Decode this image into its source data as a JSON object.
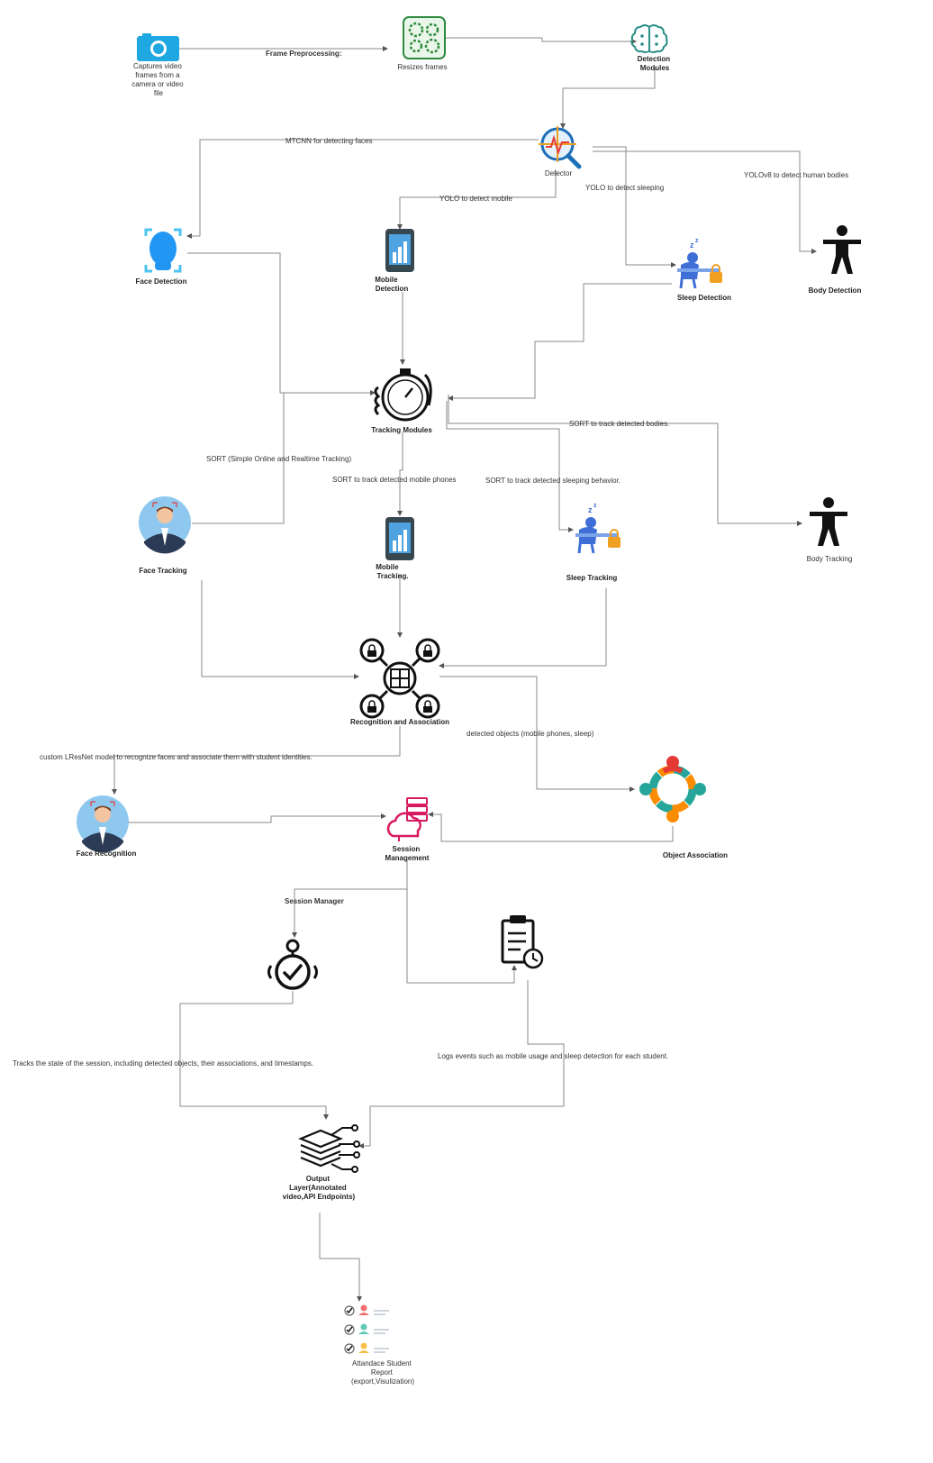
{
  "nodes": {
    "capture": {
      "label": [
        "Captures video",
        "frames from a",
        "camera or video",
        "file"
      ]
    },
    "resize": {
      "label": [
        "Resizes frames"
      ]
    },
    "detection_modules": {
      "label": [
        "Detection",
        "Modules"
      ]
    },
    "detector": {
      "label": [
        "Detector"
      ]
    },
    "face_detection": {
      "label": [
        "Face Detection"
      ]
    },
    "mobile_detection": {
      "label": [
        "Mobile",
        "Detection"
      ]
    },
    "sleep_detection": {
      "label": [
        "Sleep Detection"
      ]
    },
    "body_detection": {
      "label": [
        "Body Detection"
      ]
    },
    "tracking_modules": {
      "label": [
        "Tracking Modules"
      ]
    },
    "face_tracking": {
      "label": [
        "Face Tracking"
      ]
    },
    "mobile_tracking": {
      "label": [
        "Mobile",
        "Tracking."
      ]
    },
    "sleep_tracking": {
      "label": [
        "Sleep Tracking"
      ]
    },
    "body_tracking": {
      "label": [
        "Body Tracking"
      ]
    },
    "recognition_association": {
      "label": [
        "Recognition and Association"
      ]
    },
    "face_recognition": {
      "label": [
        "Face Recognition"
      ]
    },
    "session_management": {
      "label": [
        "Session",
        "Management"
      ]
    },
    "object_association": {
      "label": [
        "Object Association"
      ]
    },
    "output_layer": {
      "label": [
        "Output",
        "Layer(Annotated",
        "video,API Endpoints)"
      ]
    },
    "attendance_report": {
      "label": [
        "Attandace Student",
        "Report",
        "(export,Visulization)"
      ]
    }
  },
  "edges": {
    "frame_preprocessing": "Frame Preprocessing:",
    "mtcnn": "MTCNN for detecting faces",
    "yolo_mobile": "YOLO to detect mobile",
    "yolo_sleeping": "YOLO to detect sleeping",
    "yolov8_bodies": "YOLOv8 to detect human bodies",
    "sort_realtime": "SORT (Simple Online and Realtime Tracking)",
    "sort_mobile": "SORT to track detected mobile phones",
    "sort_sleeping": "SORT to track detected sleeping behavior.",
    "sort_bodies": "SORT to track detected bodies.",
    "custom_lresnet": "custom LResNet model to recognize faces and associate them with student identities.",
    "detected_objects": "detected objects (mobile phones, sleep)",
    "session_manager": "Session Manager",
    "tracks_state": "Tracks the state of the session, including detected objects, their associations, and timestamps.",
    "logs_events": "Logs events such as mobile usage and sleep detection for each student."
  },
  "icons": {
    "capture": "camera-icon",
    "resize": "gear-cluster-icon",
    "detection_modules": "brain-icon",
    "detector": "magnifier-icon",
    "face_detection": "face-scan-icon",
    "mobile_detection": "smartphone-icon",
    "sleep_detection": "sleeping-person-icon",
    "body_detection": "human-figure-icon",
    "tracking_modules": "stopwatch-icon",
    "face_tracking": "person-avatar-icon",
    "mobile_tracking": "smartphone-icon",
    "sleep_tracking": "sleeping-person-icon",
    "body_tracking": "human-figure-icon",
    "recognition_association": "network-lock-icon",
    "face_recognition": "person-avatar-icon",
    "session_management": "cloud-server-icon",
    "object_association": "team-circle-icon",
    "session_manager": "timer-check-icon",
    "logs": "clipboard-clock-icon",
    "output_layer": "layers-circuit-icon",
    "attendance_report": "checklist-icon"
  },
  "colors": {
    "edge": "#8a8a8a",
    "camera": "#1ea7e1",
    "gear": "#2e8b3e",
    "brain": "#2a8f86",
    "face": "#2196f3",
    "phone": "#37474f",
    "sleep": "#3f6fd6",
    "lock": "#f0a020",
    "avatar_bg": "#8fc8ee",
    "session": "#d81b60",
    "assoc_red": "#e53935",
    "assoc_teal": "#26a69a",
    "assoc_orange": "#fb8c00"
  }
}
